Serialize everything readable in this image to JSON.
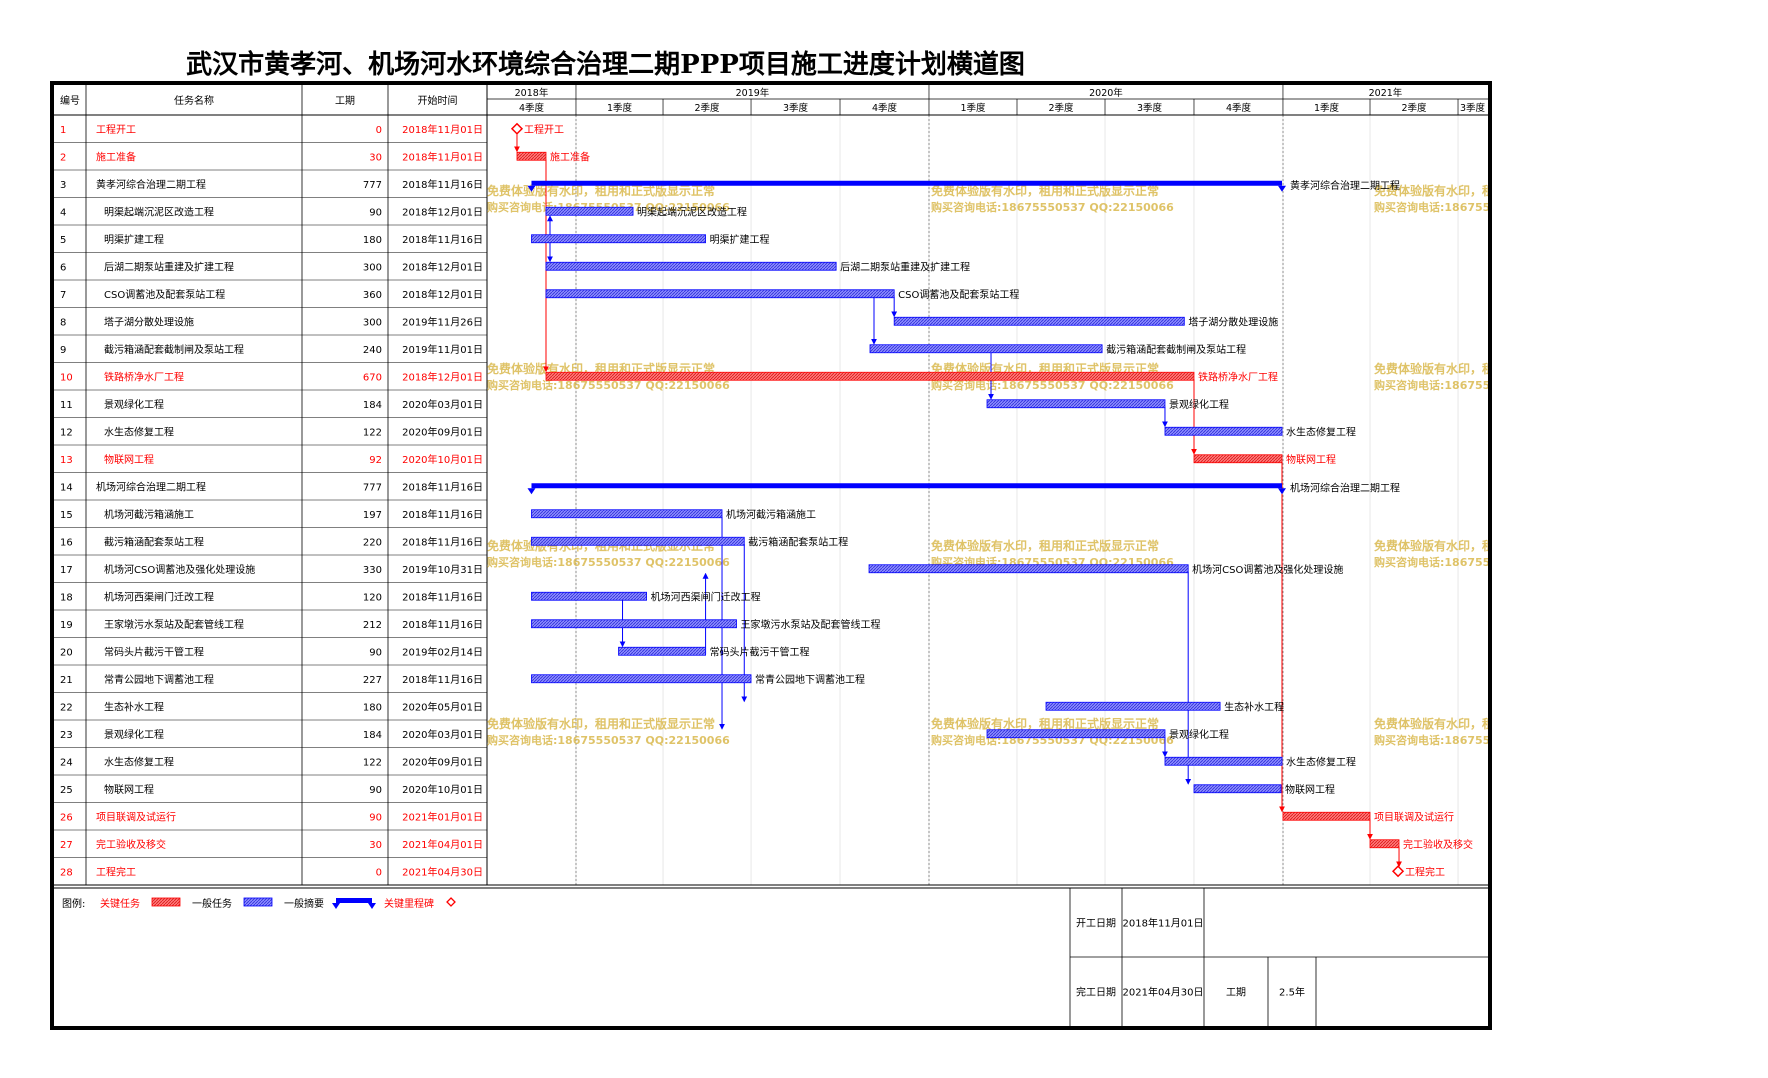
{
  "title": "武汉市黄孝河、机场河水环境综合治理二期PPP项目施工进度计划横道图",
  "colors": {
    "critical": "#ff0000",
    "critical_fill": "#ff7a7a",
    "normal": "#0000ff",
    "normal_fill": "#8080ff",
    "watermark": "#d9b84d"
  },
  "chart_data": {
    "type": "gantt",
    "columns": [
      "编号",
      "任务名称",
      "工期",
      "开始时间"
    ],
    "timeline": {
      "start": "2018-10-01",
      "end": "2021-08-01",
      "years": [
        {
          "label": "2018年",
          "start": "2018-10-01",
          "end": "2019-01-01"
        },
        {
          "label": "2019年",
          "start": "2019-01-01",
          "end": "2020-01-01"
        },
        {
          "label": "2020年",
          "start": "2020-01-01",
          "end": "2021-01-01"
        },
        {
          "label": "2021年",
          "start": "2021-01-01",
          "end": "2021-08-01"
        }
      ],
      "quarters": [
        {
          "label": "4季度",
          "start": "2018-10-01",
          "end": "2019-01-01"
        },
        {
          "label": "1季度",
          "start": "2019-01-01",
          "end": "2019-04-01"
        },
        {
          "label": "2季度",
          "start": "2019-04-01",
          "end": "2019-07-01"
        },
        {
          "label": "3季度",
          "start": "2019-07-01",
          "end": "2019-10-01"
        },
        {
          "label": "4季度",
          "start": "2019-10-01",
          "end": "2020-01-01"
        },
        {
          "label": "1季度",
          "start": "2020-01-01",
          "end": "2020-04-01"
        },
        {
          "label": "2季度",
          "start": "2020-04-01",
          "end": "2020-07-01"
        },
        {
          "label": "3季度",
          "start": "2020-07-01",
          "end": "2020-10-01"
        },
        {
          "label": "4季度",
          "start": "2020-10-01",
          "end": "2021-01-01"
        },
        {
          "label": "1季度",
          "start": "2021-01-01",
          "end": "2021-04-01"
        },
        {
          "label": "2季度",
          "start": "2021-04-01",
          "end": "2021-07-01"
        },
        {
          "label": "3季度",
          "start": "2021-07-01",
          "end": "2021-08-01"
        }
      ]
    },
    "tasks": [
      {
        "id": "1",
        "name": "工程开工",
        "duration": "0",
        "start_text": "2018年11月01日",
        "start": "2018-11-01",
        "end": "2018-11-01",
        "kind": "milestone",
        "critical": true,
        "indent": 0
      },
      {
        "id": "2",
        "name": "施工准备",
        "duration": "30",
        "start_text": "2018年11月01日",
        "start": "2018-11-01",
        "end": "2018-12-01",
        "kind": "task",
        "critical": true,
        "indent": 0
      },
      {
        "id": "3",
        "name": "黄孝河综合治理二期工程",
        "duration": "777",
        "start_text": "2018年11月16日",
        "start": "2018-11-16",
        "end": "2020-12-31",
        "kind": "summary",
        "critical": false,
        "indent": 0
      },
      {
        "id": "4",
        "name": "明渠起端沉泥区改造工程",
        "duration": "90",
        "start_text": "2018年12月01日",
        "start": "2018-12-01",
        "end": "2019-03-01",
        "kind": "task",
        "critical": false,
        "indent": 1
      },
      {
        "id": "5",
        "name": "明渠扩建工程",
        "duration": "180",
        "start_text": "2018年11月16日",
        "start": "2018-11-16",
        "end": "2019-05-15",
        "kind": "task",
        "critical": false,
        "indent": 1
      },
      {
        "id": "6",
        "name": "后湖二期泵站重建及扩建工程",
        "duration": "300",
        "start_text": "2018年12月01日",
        "start": "2018-12-01",
        "end": "2019-09-27",
        "kind": "task",
        "critical": false,
        "indent": 1
      },
      {
        "id": "7",
        "name": "CSO调蓄池及配套泵站工程",
        "duration": "360",
        "start_text": "2018年12月01日",
        "start": "2018-12-01",
        "end": "2019-11-26",
        "kind": "task",
        "critical": false,
        "indent": 1
      },
      {
        "id": "8",
        "name": "塔子湖分散处理设施",
        "duration": "300",
        "start_text": "2019年11月26日",
        "start": "2019-11-26",
        "end": "2020-09-21",
        "kind": "task",
        "critical": false,
        "indent": 1
      },
      {
        "id": "9",
        "name": "截污箱涵配套截制闸及泵站工程",
        "duration": "240",
        "start_text": "2019年11月01日",
        "start": "2019-11-01",
        "end": "2020-06-28",
        "kind": "task",
        "critical": false,
        "indent": 1
      },
      {
        "id": "10",
        "name": "铁路桥净水厂工程",
        "duration": "670",
        "start_text": "2018年12月01日",
        "start": "2018-12-01",
        "end": "2020-10-01",
        "kind": "task",
        "critical": true,
        "indent": 1
      },
      {
        "id": "11",
        "name": "景观绿化工程",
        "duration": "184",
        "start_text": "2020年03月01日",
        "start": "2020-03-01",
        "end": "2020-09-01",
        "kind": "task",
        "critical": false,
        "indent": 1
      },
      {
        "id": "12",
        "name": "水生态修复工程",
        "duration": "122",
        "start_text": "2020年09月01日",
        "start": "2020-09-01",
        "end": "2020-12-31",
        "kind": "task",
        "critical": false,
        "indent": 1
      },
      {
        "id": "13",
        "name": "物联网工程",
        "duration": "92",
        "start_text": "2020年10月01日",
        "start": "2020-10-01",
        "end": "2020-12-31",
        "kind": "task",
        "critical": true,
        "indent": 1
      },
      {
        "id": "14",
        "name": "机场河综合治理二期工程",
        "duration": "777",
        "start_text": "2018年11月16日",
        "start": "2018-11-16",
        "end": "2020-12-31",
        "kind": "summary",
        "critical": false,
        "indent": 0
      },
      {
        "id": "15",
        "name": "机场河截污箱涵施工",
        "duration": "197",
        "start_text": "2018年11月16日",
        "start": "2018-11-16",
        "end": "2019-06-01",
        "kind": "task",
        "critical": false,
        "indent": 1
      },
      {
        "id": "16",
        "name": "截污箱涵配套泵站工程",
        "duration": "220",
        "start_text": "2018年11月16日",
        "start": "2018-11-16",
        "end": "2019-06-24",
        "kind": "task",
        "critical": false,
        "indent": 1
      },
      {
        "id": "17",
        "name": "机场河CSO调蓄池及强化处理设施",
        "duration": "330",
        "start_text": "2019年10月31日",
        "start": "2019-10-31",
        "end": "2020-09-25",
        "kind": "task",
        "critical": false,
        "indent": 1
      },
      {
        "id": "18",
        "name": "机场河西渠闸门迁改工程",
        "duration": "120",
        "start_text": "2018年11月16日",
        "start": "2018-11-16",
        "end": "2019-03-15",
        "kind": "task",
        "critical": false,
        "indent": 1
      },
      {
        "id": "19",
        "name": "王家墩污水泵站及配套管线工程",
        "duration": "212",
        "start_text": "2018年11月16日",
        "start": "2018-11-16",
        "end": "2019-06-16",
        "kind": "task",
        "critical": false,
        "indent": 1
      },
      {
        "id": "20",
        "name": "常码头片截污干管工程",
        "duration": "90",
        "start_text": "2019年02月14日",
        "start": "2019-02-14",
        "end": "2019-05-15",
        "kind": "task",
        "critical": false,
        "indent": 1
      },
      {
        "id": "21",
        "name": "常青公园地下调蓄池工程",
        "duration": "227",
        "start_text": "2018年11月16日",
        "start": "2018-11-16",
        "end": "2019-07-01",
        "kind": "task",
        "critical": false,
        "indent": 1
      },
      {
        "id": "22",
        "name": "生态补水工程",
        "duration": "180",
        "start_text": "2020年05月01日",
        "start": "2020-05-01",
        "end": "2020-10-28",
        "kind": "task",
        "critical": false,
        "indent": 1
      },
      {
        "id": "23",
        "name": "景观绿化工程",
        "duration": "184",
        "start_text": "2020年03月01日",
        "start": "2020-03-01",
        "end": "2020-09-01",
        "kind": "task",
        "critical": false,
        "indent": 1
      },
      {
        "id": "24",
        "name": "水生态修复工程",
        "duration": "122",
        "start_text": "2020年09月01日",
        "start": "2020-09-01",
        "end": "2020-12-31",
        "kind": "task",
        "critical": false,
        "indent": 1
      },
      {
        "id": "25",
        "name": "物联网工程",
        "duration": "90",
        "start_text": "2020年10月01日",
        "start": "2020-10-01",
        "end": "2020-12-30",
        "kind": "task",
        "critical": false,
        "indent": 1
      },
      {
        "id": "26",
        "name": "项目联调及试运行",
        "duration": "90",
        "start_text": "2021年01月01日",
        "start": "2021-01-01",
        "end": "2021-04-01",
        "kind": "task",
        "critical": true,
        "indent": 0
      },
      {
        "id": "27",
        "name": "完工验收及移交",
        "duration": "30",
        "start_text": "2021年04月01日",
        "start": "2021-04-01",
        "end": "2021-05-01",
        "kind": "task",
        "critical": true,
        "indent": 0
      },
      {
        "id": "28",
        "name": "工程完工",
        "duration": "0",
        "start_text": "2021年04月30日",
        "start": "2021-04-30",
        "end": "2021-04-30",
        "kind": "milestone",
        "critical": true,
        "indent": 0
      }
    ],
    "dependencies": [
      {
        "from": "1",
        "to": "2",
        "critical": true
      },
      {
        "from": "2",
        "to": "10",
        "critical": true
      },
      {
        "from": "5",
        "to": "4",
        "critical": false
      },
      {
        "from": "5",
        "to": "6",
        "critical": false
      },
      {
        "from": "7",
        "to": "9",
        "critical": false
      },
      {
        "from": "7",
        "to": "8",
        "critical": false
      },
      {
        "from": "9",
        "to": "11",
        "critical": false
      },
      {
        "from": "11",
        "to": "12",
        "critical": false
      },
      {
        "from": "10",
        "to": "13",
        "critical": true
      },
      {
        "from": "13",
        "to": "26",
        "critical": true
      },
      {
        "from": "15",
        "to": "23",
        "critical": false
      },
      {
        "from": "16",
        "to": "22",
        "critical": false
      },
      {
        "from": "18",
        "to": "20",
        "critical": false
      },
      {
        "from": "20",
        "to": "17",
        "critical": false
      },
      {
        "from": "17",
        "to": "25",
        "critical": false
      },
      {
        "from": "23",
        "to": "24",
        "critical": false
      },
      {
        "from": "26",
        "to": "27",
        "critical": true
      },
      {
        "from": "27",
        "to": "28",
        "critical": true
      }
    ]
  },
  "legend": {
    "label": "图例:",
    "items": [
      {
        "label": "关键任务",
        "type": "critical"
      },
      {
        "label": "一般任务",
        "type": "normal"
      },
      {
        "label": "一般摘要",
        "type": "summary"
      },
      {
        "label": "关键里程碑",
        "type": "milestone"
      }
    ]
  },
  "footer": {
    "start_label": "开工日期",
    "start_value": "2018年11月01日",
    "end_label": "完工日期",
    "end_value": "2021年04月30日",
    "duration_label": "工期",
    "duration_value": "2.5年"
  },
  "watermark": {
    "line1": "免费体验版有水印，租用和正式版显示正常",
    "line2": "购买咨询电话:18675550537 QQ:22150066"
  }
}
